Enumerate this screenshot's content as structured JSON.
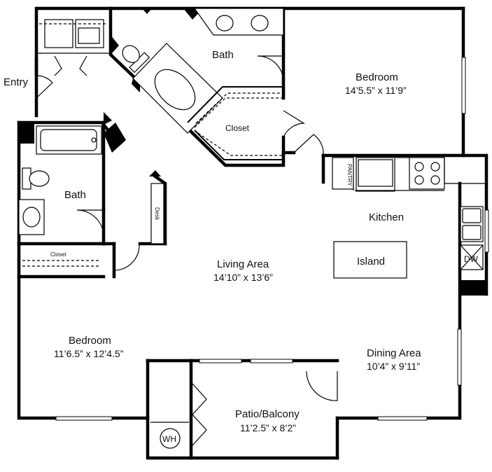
{
  "labels": {
    "entry": "Entry",
    "bath_top": "Bath",
    "bath_left": "Bath",
    "bedroom_right": "Bedroom",
    "bedroom_right_dim": "14’5.5” x 11’9”",
    "closet_center": "Closet",
    "pantry": "PANTRY",
    "kitchen": "Kitchen",
    "island": "Island",
    "dw": "DW",
    "desk": "Desk",
    "closet_left": "Closet",
    "living": "Living Area",
    "living_dim": "14’10” x 13’6”",
    "bedroom_left": "Bedroom",
    "bedroom_left_dim": "11’6.5” x 12’4.5”",
    "dining": "Dining Area",
    "dining_dim": "10’4” x 9’11”",
    "patio": "Patio/Balcony",
    "patio_dim": "11’2.5” x 8’2”",
    "wh": "WH"
  }
}
